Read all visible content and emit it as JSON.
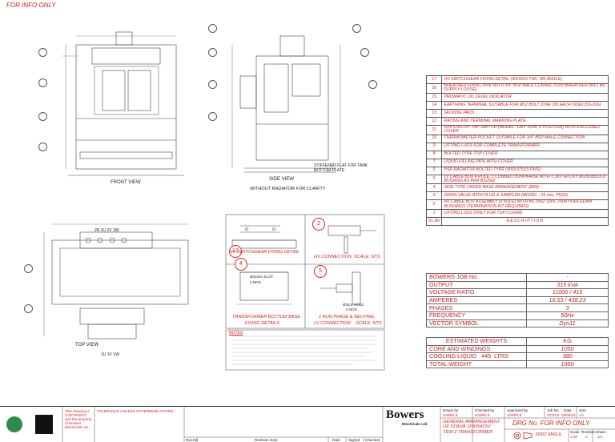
{
  "header": {
    "stamp": "FOR INFO ONLY"
  },
  "views": {
    "front": "FRONT VIEW",
    "side": "SIDE VIEW",
    "side_note": "WITHOUT RADIATOR FOR CLARITY",
    "stiffener_note": "STIFFENER FLAT FOR TANK BOTTOM PLATE",
    "top": "TOP VIEW",
    "top_bushing_labels": "2N 2U 2V 2W",
    "top_bushing_labels_lower": "1U 1V 1W"
  },
  "details": {
    "d17": {
      "num": "17",
      "label": "HV SWITCHGEAR FIXING DETAIL"
    },
    "d2": {
      "num": "2",
      "label": "HV CONNECTION",
      "scale": "SCALE: NTS"
    },
    "d4": {
      "num": "4",
      "label": "TRANSFORMER BOTTOM BASE",
      "label2": "FIXING DETAILS",
      "slot": "Ø22x40 SLOT",
      "nos": "4 NOS"
    },
    "d5": {
      "num": "5",
      "label": "1 RUN PHASE & NEUTRAL",
      "label2": "LV CONNECTION",
      "scale": "SCALE: NTS",
      "hole": "Ø15.5 HOLE",
      "hole_nos": "4 NOS"
    }
  },
  "parts_list": [
    {
      "no": "17",
      "desc": "HV SWITCHGEAR FIXING DETAIL (50x50x5 THK. MS ANGLE)"
    },
    {
      "no": "16",
      "desc": "BREATHER FIXING PIPE WITH 3/4\" BSP MALE CONNECTION (BREATHER WILL BE SUPPLY LOOSE)"
    },
    {
      "no": "15",
      "desc": "PRISMATIC OIL LEVEL INDICATOR"
    },
    {
      "no": "14",
      "desc": "EARTHING TERMINAL SUITABLE FOR M12 BOLT (ONE ON EACH SIDE) (SS-316)"
    },
    {
      "no": "13",
      "desc": "JACKING PADS"
    },
    {
      "no": "12",
      "desc": "RATING AND TERMINAL MARKING PLATE"
    },
    {
      "no": "11",
      "desc": "OFF-CIRCUIT TAP SWITCH (MODEL: 13kV 100A, 6 POSITION) WITH ENCLOSED COVER"
    },
    {
      "no": "10",
      "desc": "THERMOMETER POCKET SUITABLE FOR 3/4\" BSP MALE CONNECTION"
    },
    {
      "no": "9",
      "desc": "LIFTING LUGS FOR COMPLETE TRANSFORMER"
    },
    {
      "no": "8",
      "desc": "BOLTED TYPE TOP COVER"
    },
    {
      "no": "7",
      "desc": "LIQUID FILLING PIPE WITH COVER"
    },
    {
      "no": "6",
      "desc": "PSR RADIATOR BOLTED TYPE (900X375X3 FINS)"
    },
    {
      "no": "5",
      "desc": "LV CABLE BOX 4 POLE, 1 CONNECTION/PHASE WITH 1.1KV EPOXY MONOBLOCK BUSHING AS PER BS2562"
    },
    {
      "no": "4",
      "desc": "SKID TYPE UNDER BASE ARRANGEMENT (Ø35)"
    },
    {
      "no": "3",
      "desc": "DRAIN VALVE WITH PLUG & SAMPLER (MODEL : 25 mm, PN16)"
    },
    {
      "no": "2",
      "desc": "HV CABLE BOX ASSEMBLY (3 POLE) WITH BS 2562 12kV, 250A PORCELAIN BUSHINGS (TERMINATION KIT REQUIRED)"
    },
    {
      "no": "1",
      "desc": "LIFTING LUGS (ONLY FOR TOP COVER)"
    }
  ],
  "parts_header": {
    "no": "SL.No",
    "desc": "DESCRIPTION"
  },
  "ratings": [
    {
      "k": "BOWERS JOB No.",
      "v": "-"
    },
    {
      "k": "OUTPUT",
      "v": "315 kVA"
    },
    {
      "k": "VOLTAGE RATIO",
      "v": "11000 / 415"
    },
    {
      "k": "AMPERES",
      "v": "16.53 / 438.23"
    },
    {
      "k": "PHASES",
      "v": "3"
    },
    {
      "k": "FREQUENCY",
      "v": "50Hz"
    },
    {
      "k": "VECTOR SYMBOL",
      "v": "Dyn11"
    }
  ],
  "weights": {
    "header": "ESTIMATED WEIGHTS",
    "unit": "KG",
    "rows": [
      {
        "k": "CORE AND WINDINGS",
        "v": "1050"
      },
      {
        "k": "COOLING LIQUID   445  LTRS",
        "v": "380"
      },
      {
        "k": "TOTAL WEIGHT",
        "v": "1950"
      }
    ]
  },
  "notes_title": "NOTES",
  "title_block": {
    "company": "Bowers",
    "company_sub": "Electricals Ltd",
    "title_lines": [
      "GENERAL ARRANGEMENT",
      "OF 315kVA 11000/415V",
      "TIER 2 TRANSFORMER"
    ],
    "drg_no": "DRG No. FOR INFO ONLY",
    "projection": "FIRST ANGLE",
    "drawn_by_label": "Drawn by",
    "drawn_by": "SAMPLE",
    "checked_label": "Checked by",
    "checked": "SAMPLE",
    "approved_label": "Approved by",
    "approved": "SAMPLE",
    "job_label": "Job No.",
    "job": "STOCK",
    "date_label": "Date",
    "date": "18/05/21",
    "size_label": "Size",
    "size": "A3",
    "scale_label": "Scale",
    "scale": "1:10",
    "revision_label": "Revision",
    "revision": "0",
    "sheet_label": "Sheet",
    "sheet": "1/1",
    "rev_headers": [
      "Rev.No",
      "Revision Note",
      "Date",
      "Signed",
      "Checked"
    ],
    "copyright": "This drawing is COPYRIGHT and the property of Bowers Electricals Ltd.",
    "tolerances": "TOLERANCE UNLESS OTHERWISE STATED"
  }
}
